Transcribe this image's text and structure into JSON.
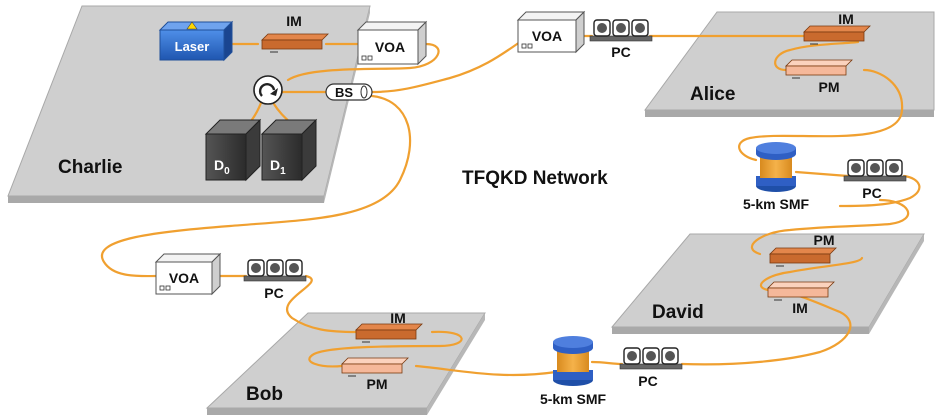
{
  "title": "TFQKD Network",
  "nodes": {
    "charlie": "Charlie",
    "alice": "Alice",
    "bob": "Bob",
    "david": "David"
  },
  "charlie": {
    "laser": "Laser",
    "im": "IM",
    "voa": "VOA",
    "bs": "BS",
    "d0_main": "D",
    "d0_sub": "0",
    "d1_main": "D",
    "d1_sub": "1"
  },
  "links": {
    "top_voa": "VOA",
    "top_pc": "PC",
    "left_voa": "VOA",
    "left_pc": "PC",
    "right_pc": "PC",
    "bottom_pc": "PC",
    "spool_right": "5-km SMF",
    "spool_bottom": "5-km SMF"
  },
  "alice": {
    "im": "IM",
    "pm": "PM"
  },
  "david": {
    "pm": "PM",
    "im": "IM"
  },
  "bob": {
    "im": "IM",
    "pm": "PM"
  },
  "colors": {
    "fiber": "#f0a030",
    "platform": "#c9c9c9",
    "platform_edge": "#9a9a9a",
    "modulator_dark": "#c96a2e",
    "modulator_light": "#f5b89a",
    "laser": "#2f6fcf",
    "spool_blue": "#2f5fc4",
    "spool_orange": "#f0a030"
  }
}
